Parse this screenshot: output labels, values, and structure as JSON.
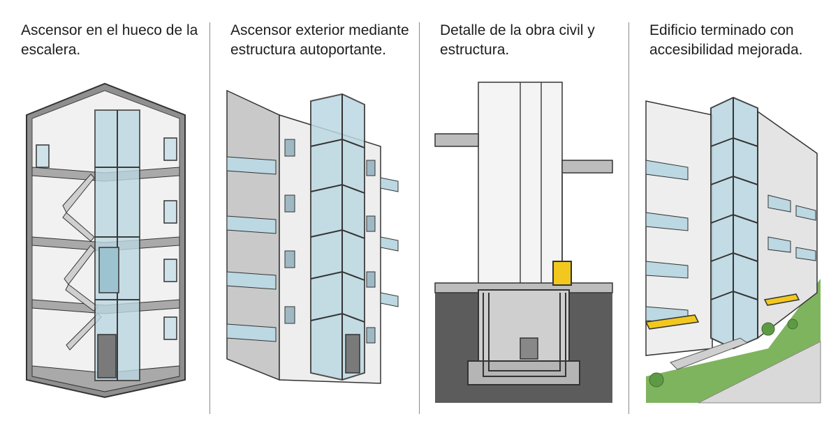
{
  "panels": [
    {
      "id": "stairwell",
      "caption": "Ascensor en el hueco de la escalera."
    },
    {
      "id": "exterior",
      "caption": "Ascensor exterior mediante estructura autoportante."
    },
    {
      "id": "civil",
      "caption": "Detalle de la obra civil y estructura."
    },
    {
      "id": "finished",
      "caption": "Edificio terminado con accesibilidad mejorada."
    }
  ],
  "colors": {
    "line": "#3a3a3a",
    "wall": "#d6d6d6",
    "wall_light": "#efefef",
    "glass": "#bcd8e2",
    "glass_dark": "#8fb6c4",
    "accent_yellow": "#f2c81e",
    "grass": "#7fb45e",
    "concrete": "#b9b9b9",
    "ground": "#5c5c5c"
  }
}
